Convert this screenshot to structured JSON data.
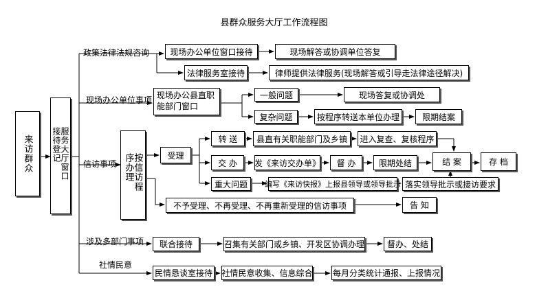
{
  "title": "县群众服务大厅工作流程图",
  "start": "来访群众",
  "registration": "服务大厅窗口接待登记",
  "branches": {
    "policy": "政策法律法规咨询",
    "onsite": "现场办公单位事项",
    "petition": "信访事项",
    "multi_dept": "涉及多部门事项",
    "public_opinion": "社情民意"
  },
  "policy_flow": {
    "onsite_window": "现场办公单位窗口接待",
    "onsite_answer": "现场解答或协调单位答复",
    "legal_room": "法律服务室接待",
    "lawyer": "律师提供法律服务(现场解答或引导走法律途径解决)"
  },
  "onsite_flow": {
    "window": "现场办公县直职能部门窗口",
    "general": "一般问题",
    "general_result": "现场答复或协调处",
    "complex": "复杂问题",
    "transfer": "按程序转送本单位办理",
    "deadline": "限期结案"
  },
  "petition_flow": {
    "handle": "按信访程序办理",
    "accept": "受理",
    "forward": "转 送",
    "county_dept": "县直有关职能部门及乡镇",
    "review": "进入复查、复核程序",
    "assign": "交 办",
    "assign_sheet": "发《来访交办单》",
    "supervise": "督 办",
    "deadline_done": "限期处结",
    "close": "结 案",
    "archive": "存 档",
    "major": "重大问题",
    "report": "编写《来访快报》上报县领导或领导批示",
    "leader": "落实领导批示或接访要求",
    "reject": "不予受理、不再受理、不再重新受理的信访事项",
    "notify": "告 知"
  },
  "multi_flow": {
    "joint": "联合接待",
    "convene": "召集有关部门或乡镇、开发区协调办理",
    "supervise": "督办、处结"
  },
  "opinion_flow": {
    "room": "民情恳谈室接待",
    "collect": "社情民意收集、信息综合",
    "monthly": "每月分类统计通报、上报情况"
  }
}
